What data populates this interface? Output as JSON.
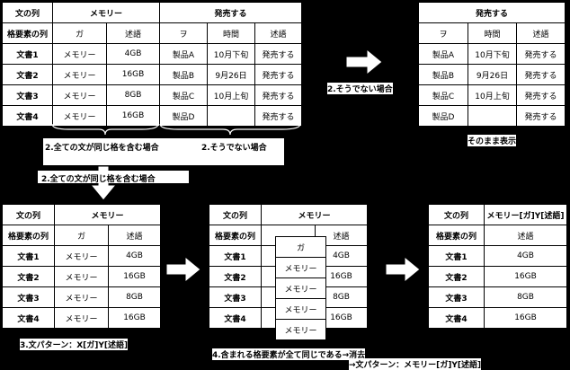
{
  "top_table": {
    "rows": [
      [
        "文の列",
        "メモリー",
        "",
        "発売する",
        "",
        ""
      ],
      [
        "格要素の列",
        "ガ",
        "述語",
        "ヲ",
        "時間",
        "述語"
      ],
      [
        "文書1",
        "メモリー",
        "4GB",
        "製品A",
        "10月下旬",
        "発売する"
      ],
      [
        "文書2",
        "メモリー",
        "16GB",
        "製品B",
        "9月26日",
        "発売する"
      ],
      [
        "文書3",
        "メモリー",
        "8GB",
        "製品C",
        "10月上旬",
        "発売する"
      ],
      [
        "文書4",
        "メモリー",
        "16GB",
        "製品D",
        "",
        "発売する"
      ]
    ]
  },
  "right_table": {
    "rows": [
      [
        "発売する",
        "",
        ""
      ],
      [
        "ヲ",
        "時間",
        "述語"
      ],
      [
        "製品A",
        "10月下旬",
        "発売する"
      ],
      [
        "製品B",
        "9月26日",
        "発売する"
      ],
      [
        "製品C",
        "10月上旬",
        "発売する"
      ],
      [
        "製品D",
        "",
        "発売する"
      ]
    ]
  },
  "labels": {
    "otherwise_arrow": "2.そうでない場合",
    "as_is": "そのまま表示",
    "brace_left": "2.全ての文が同じ格を含む場合",
    "brace_right": "2.そうでない場合",
    "same_case": "2.全ての文が同じ格を含む場合",
    "step3": "3.文パターン：X[ガ]Y[述語]",
    "step4_line1": "4.含まれる格要素が全て同じである→消去",
    "step4_line2": "→文パターン：メモリー[ガ]Y[述語]"
  },
  "table_b": {
    "rows": [
      [
        "文の列",
        "メモリー",
        ""
      ],
      [
        "格要素の列",
        "ガ",
        "述語"
      ],
      [
        "文書1",
        "メモリー",
        "4GB"
      ],
      [
        "文書2",
        "メモリー",
        "16GB"
      ],
      [
        "文書3",
        "メモリー",
        "8GB"
      ],
      [
        "文書4",
        "メモリー",
        "16GB"
      ]
    ]
  },
  "table_c": {
    "rows": [
      [
        "文の列",
        "メモリー",
        ""
      ],
      [
        "格要素の列",
        "",
        "述語"
      ],
      [
        "文書1",
        "",
        "4GB"
      ],
      [
        "文書2",
        "",
        "16GB"
      ],
      [
        "文書3",
        "",
        "8GB"
      ],
      [
        "文書4",
        "",
        "16GB"
      ]
    ],
    "overlay": [
      "ガ",
      "メモリー",
      "メモリー",
      "メモリー",
      "メモリー"
    ]
  },
  "table_d": {
    "rows": [
      [
        "文の列",
        "メモリー[ガ]Y[述語]"
      ],
      [
        "格要素の列",
        "述語"
      ],
      [
        "文書1",
        "4GB"
      ],
      [
        "文書2",
        "16GB"
      ],
      [
        "文書3",
        "8GB"
      ],
      [
        "文書4",
        "16GB"
      ]
    ]
  }
}
